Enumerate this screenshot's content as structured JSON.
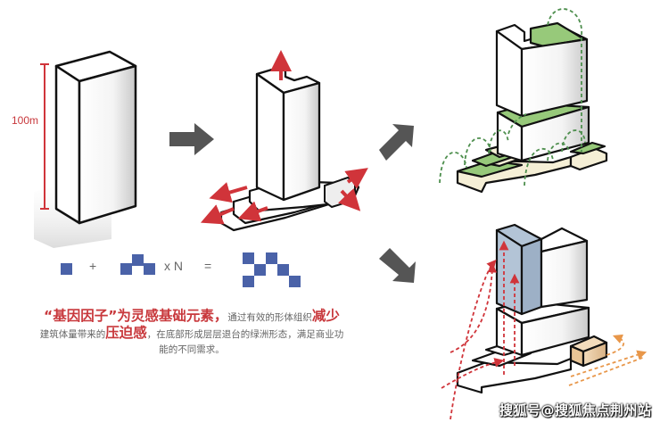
{
  "diagram": {
    "height_label": "100m",
    "formula": {
      "plus": "+",
      "times_n": "x N",
      "equals": "="
    },
    "caption": {
      "line1_big": "“基因因子”为灵感基础元素，",
      "line1_small": "通过有效的形体组织",
      "line1_big2": "减少",
      "line2_small1": "建筑体量带来的",
      "line2_big": "压迫感",
      "line2_small2": "，在底部形成层层退台的绿洲形态，满足商业功",
      "line3_small": "能的不同需求。"
    },
    "watermark": "搜狐号@搜狐焦点荆州站",
    "colors": {
      "accent_red": "#d0343a",
      "arrow_gray": "#555555",
      "pixel_blue": "#4a62a8",
      "green_roof": "#97c97a",
      "podium_cream": "#f5efd6",
      "tower_blue": "#b3c4d6",
      "annex_tan": "#ddb98a"
    }
  }
}
